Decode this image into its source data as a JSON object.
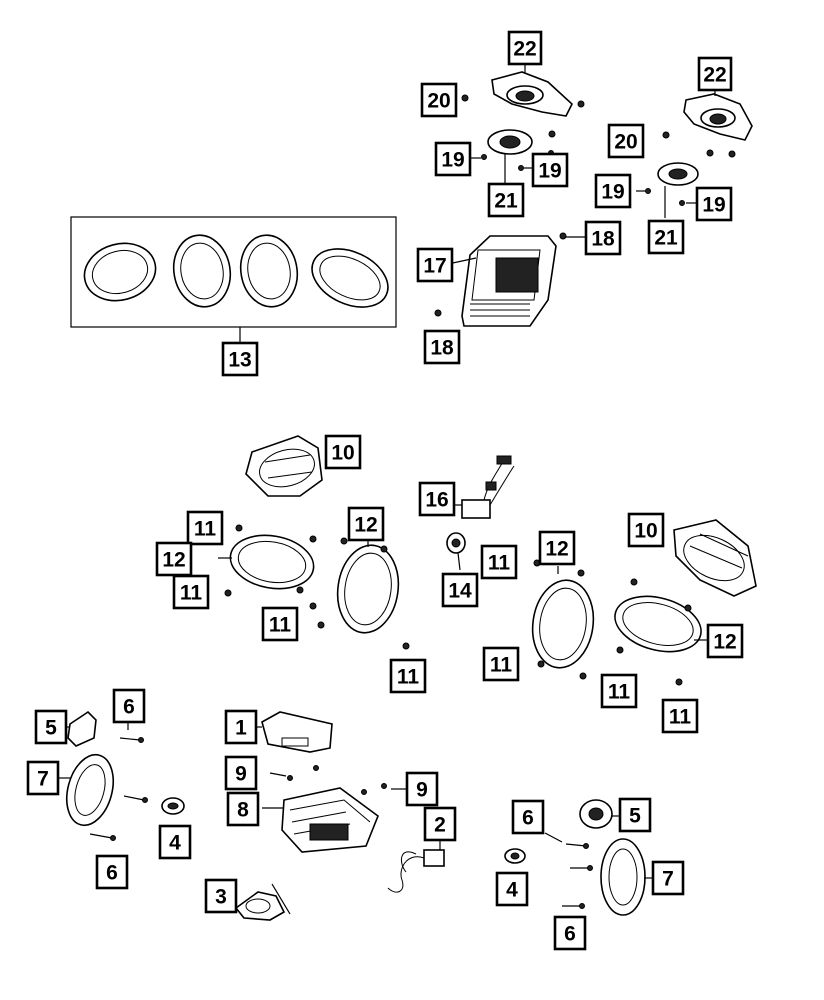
{
  "diagram": {
    "callouts": [
      {
        "id": "c22a",
        "text": "22"
      },
      {
        "id": "c20a",
        "text": "20"
      },
      {
        "id": "c19a",
        "text": "19"
      },
      {
        "id": "c19b",
        "text": "19"
      },
      {
        "id": "c21a",
        "text": "21"
      },
      {
        "id": "c22b",
        "text": "22"
      },
      {
        "id": "c20b",
        "text": "20"
      },
      {
        "id": "c19c",
        "text": "19"
      },
      {
        "id": "c19d",
        "text": "19"
      },
      {
        "id": "c21b",
        "text": "21"
      },
      {
        "id": "c18a",
        "text": "18"
      },
      {
        "id": "c17",
        "text": "17"
      },
      {
        "id": "c18b",
        "text": "18"
      },
      {
        "id": "c13",
        "text": "13"
      },
      {
        "id": "c10a",
        "text": "10"
      },
      {
        "id": "c16",
        "text": "16"
      },
      {
        "id": "c11a",
        "text": "11"
      },
      {
        "id": "c12a",
        "text": "12"
      },
      {
        "id": "c12b",
        "text": "12"
      },
      {
        "id": "c11b",
        "text": "11"
      },
      {
        "id": "c11c",
        "text": "11"
      },
      {
        "id": "c11d",
        "text": "11"
      },
      {
        "id": "c14",
        "text": "14"
      },
      {
        "id": "c11e",
        "text": "11"
      },
      {
        "id": "c12c",
        "text": "12"
      },
      {
        "id": "c10b",
        "text": "10"
      },
      {
        "id": "c12d",
        "text": "12"
      },
      {
        "id": "c11f",
        "text": "11"
      },
      {
        "id": "c11g",
        "text": "11"
      },
      {
        "id": "c11h",
        "text": "11"
      },
      {
        "id": "c6a",
        "text": "6"
      },
      {
        "id": "c5a",
        "text": "5"
      },
      {
        "id": "c7a",
        "text": "7"
      },
      {
        "id": "c4a",
        "text": "4"
      },
      {
        "id": "c6b",
        "text": "6"
      },
      {
        "id": "c1",
        "text": "1"
      },
      {
        "id": "c9a",
        "text": "9"
      },
      {
        "id": "c8",
        "text": "8"
      },
      {
        "id": "c9b",
        "text": "9"
      },
      {
        "id": "c2",
        "text": "2"
      },
      {
        "id": "c3",
        "text": "3"
      },
      {
        "id": "c6c",
        "text": "6"
      },
      {
        "id": "c5b",
        "text": "5"
      },
      {
        "id": "c4b",
        "text": "4"
      },
      {
        "id": "c7b",
        "text": "7"
      },
      {
        "id": "c6d",
        "text": "6"
      }
    ]
  }
}
